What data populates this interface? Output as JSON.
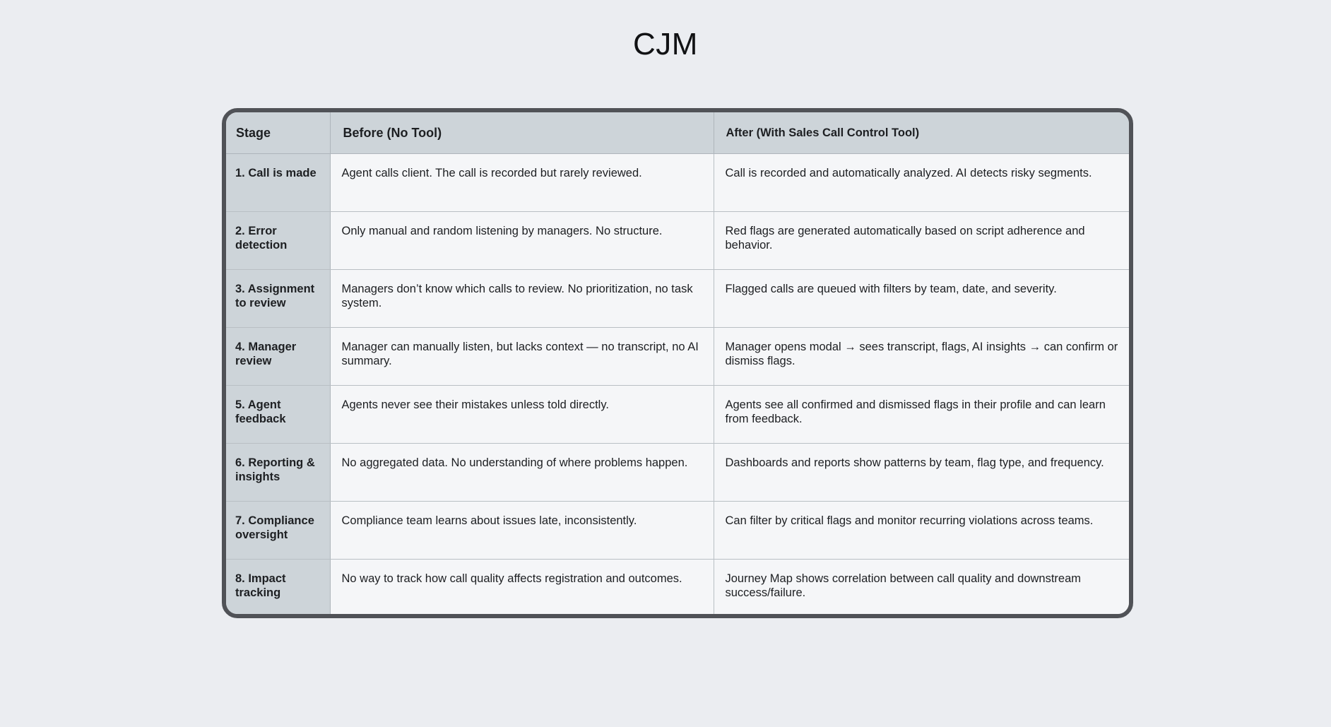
{
  "page": {
    "title": "CJM"
  },
  "table": {
    "headers": {
      "stage": "Stage",
      "before": "Before (No Tool)",
      "after": "After (With Sales Call Control Tool)"
    },
    "rows": [
      {
        "stage": "1. Call is made",
        "before": "Agent calls client. The call is recorded but rarely reviewed.",
        "after": "Call is recorded and automatically analyzed. AI detects risky segments."
      },
      {
        "stage": "2. Error detection",
        "before": "Only manual and random listening by managers. No structure.",
        "after": "Red flags are generated automatically based on script adherence and behavior."
      },
      {
        "stage": "3. Assignment to review",
        "before": "Managers don’t know which calls to review. No prioritization, no task system.",
        "after": "Flagged calls are queued with filters by team, date, and severity."
      },
      {
        "stage": "4. Manager review",
        "before": "Manager can manually listen, but lacks context — no transcript, no AI summary.",
        "after": "Manager opens modal → sees transcript, flags, AI insights → can confirm or dismiss flags."
      },
      {
        "stage": "5. Agent feedback",
        "before": "Agents never see their mistakes unless told directly.",
        "after": "Agents see all confirmed and dismissed flags in their profile and can learn from feedback."
      },
      {
        "stage": "6. Reporting & insights",
        "before": "No aggregated data. No understanding of where problems happen.",
        "after": "Dashboards and reports show patterns by team, flag type, and frequency."
      },
      {
        "stage": "7. Compliance oversight",
        "before": "Compliance team learns about issues late, inconsistently.",
        "after": "Can filter by critical flags and monitor recurring violations across teams."
      },
      {
        "stage": "8. Impact tracking",
        "before": "No way to track how call quality affects registration and outcomes.",
        "after": "Journey Map shows correlation between call quality and downstream success/failure."
      }
    ]
  },
  "colors": {
    "background": "#ebedf1",
    "header_fill": "#cdd4d9",
    "cell_fill": "#f5f6f8",
    "frame_border": "#505257"
  }
}
